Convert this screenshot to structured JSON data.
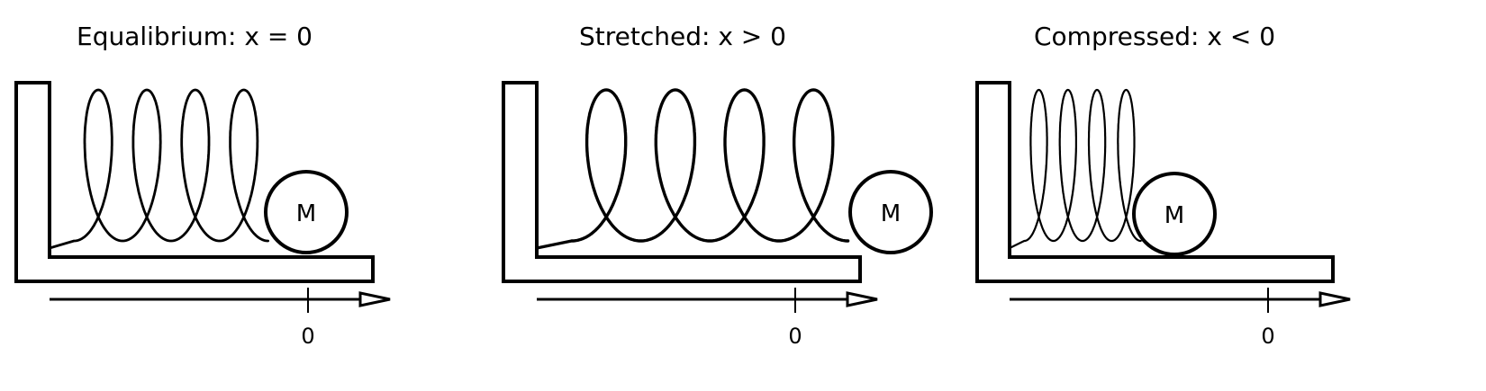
{
  "panels": [
    {
      "id": "equilibrium",
      "title": "Equalibrium: x = 0",
      "mass_label": "M",
      "axis_zero_label": "0"
    },
    {
      "id": "stretched",
      "title": "Stretched: x > 0",
      "mass_label": "M",
      "axis_zero_label": "0"
    },
    {
      "id": "compressed",
      "title": "Compressed: x < 0",
      "mass_label": "M",
      "axis_zero_label": "0"
    }
  ],
  "colors": {
    "stroke": "#000000",
    "background": "#ffffff"
  }
}
